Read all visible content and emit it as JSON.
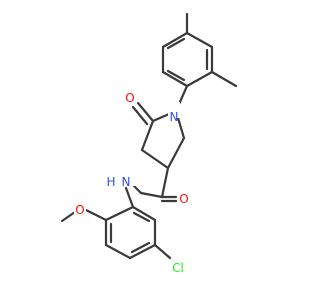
{
  "molecule": {
    "atoms": {
      "n_ring": {
        "text": "N",
        "color": "#3050F8"
      },
      "o_ketone": {
        "text": "O",
        "color": "#FF0D0D"
      },
      "nh_amide": {
        "text": "N",
        "color": "#3050F8"
      },
      "h_amide": {
        "text": "H",
        "color": "#3050F8"
      },
      "o_amide": {
        "text": "O",
        "color": "#FF0D0D"
      },
      "o_methoxy": {
        "text": "O",
        "color": "#FF0D0D"
      },
      "cl": {
        "text": "Cl",
        "color": "#1FF01F"
      }
    },
    "bond_color": "#3a3a3a"
  }
}
